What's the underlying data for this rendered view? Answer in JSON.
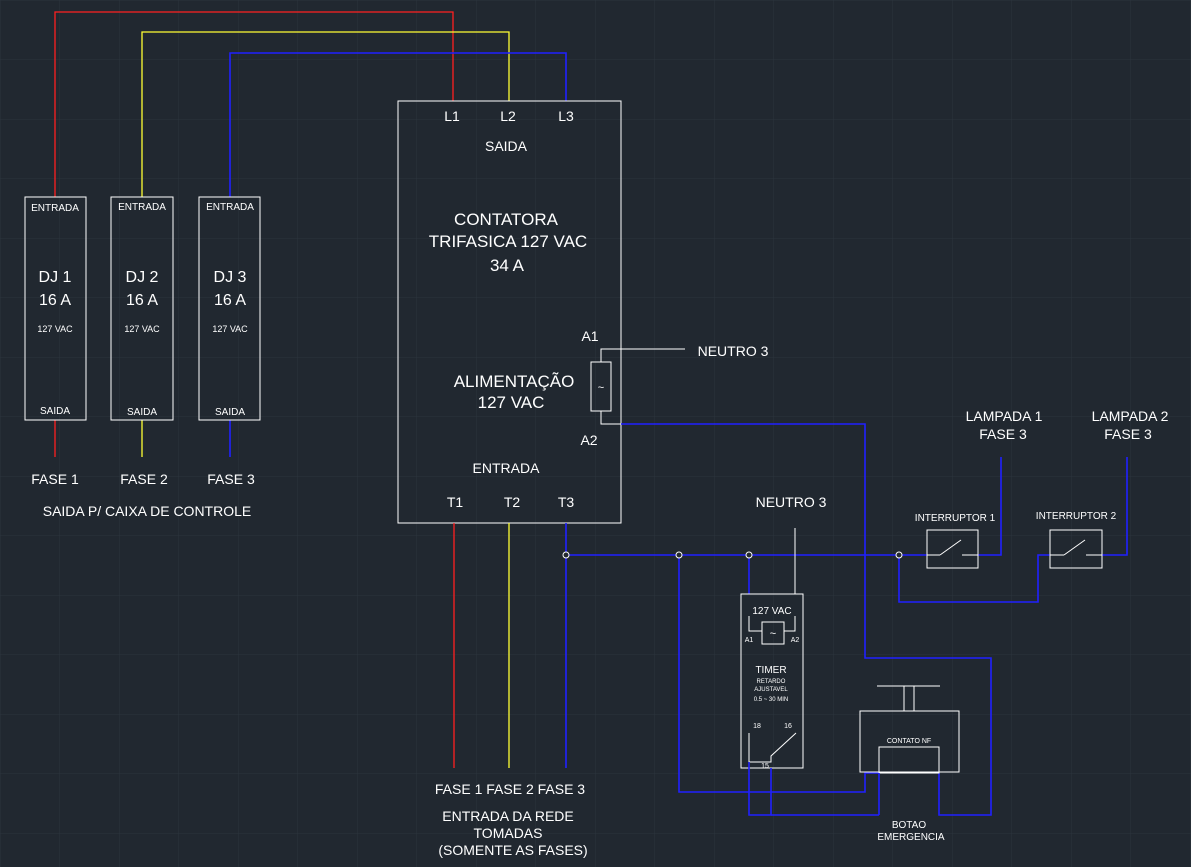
{
  "colors": {
    "background": "#212830",
    "grid": "#2c343d",
    "phase1": "#ff2020",
    "phase2": "#ffff33",
    "phase3": "#2020ff",
    "outline": "#ffffff"
  },
  "breakers": [
    {
      "top": "ENTRADA",
      "name": "DJ 1",
      "current": "16 A",
      "voltage": "127 VAC",
      "bottom": "SAIDA",
      "phase": "FASE 1"
    },
    {
      "top": "ENTRADA",
      "name": "DJ 2",
      "current": "16 A",
      "voltage": "127 VAC",
      "bottom": "SAIDA",
      "phase": "FASE 2"
    },
    {
      "top": "ENTRADA",
      "name": "DJ 3",
      "current": "16 A",
      "voltage": "127 VAC",
      "bottom": "SAIDA",
      "phase": "FASE 3"
    }
  ],
  "breakers_caption": "SAIDA P/ CAIXA DE CONTROLE",
  "contactor": {
    "out_terminals": [
      "L1",
      "L2",
      "L3"
    ],
    "out_label": "SAIDA",
    "title_lines": [
      "CONTATORA",
      "TRIFASICA 127 VAC",
      "34 A"
    ],
    "coil_terminal_a1": "A1",
    "coil_terminal_a2": "A2",
    "coil_symbol": "~",
    "supply_lines": [
      "ALIMENTAÇÃO",
      "127 VAC"
    ],
    "in_label": "ENTRADA",
    "in_terminals": [
      "T1",
      "T2",
      "T3"
    ]
  },
  "neutral_coil": "NEUTRO 3",
  "neutral_timer": "NEUTRO 3",
  "lamps": [
    {
      "lines": [
        "LAMPADA 1",
        "FASE 3"
      ]
    },
    {
      "lines": [
        "LAMPADA 2",
        "FASE 3"
      ]
    }
  ],
  "switches": [
    "INTERRUPTOR 1",
    "INTERRUPTOR 2"
  ],
  "timer": {
    "voltage": "127 VAC",
    "a1": "A1",
    "a2": "A2",
    "coil_symbol": "~",
    "title": "TIMER",
    "line1": "RETARDO",
    "line2": "AJUSTAVEL",
    "line3": "0.5 ~ 30 MIN",
    "pin18": "18",
    "pin16": "16",
    "pin15": "15"
  },
  "emergency": {
    "contact": "CONTATO NF",
    "label_lines": [
      "BOTAO",
      "EMERGENCIA"
    ]
  },
  "input_phases": "FASE 1 FASE 2  FASE 3",
  "input_caption": [
    "ENTRADA DA REDE",
    "TOMADAS",
    "(SOMENTE AS FASES)"
  ]
}
